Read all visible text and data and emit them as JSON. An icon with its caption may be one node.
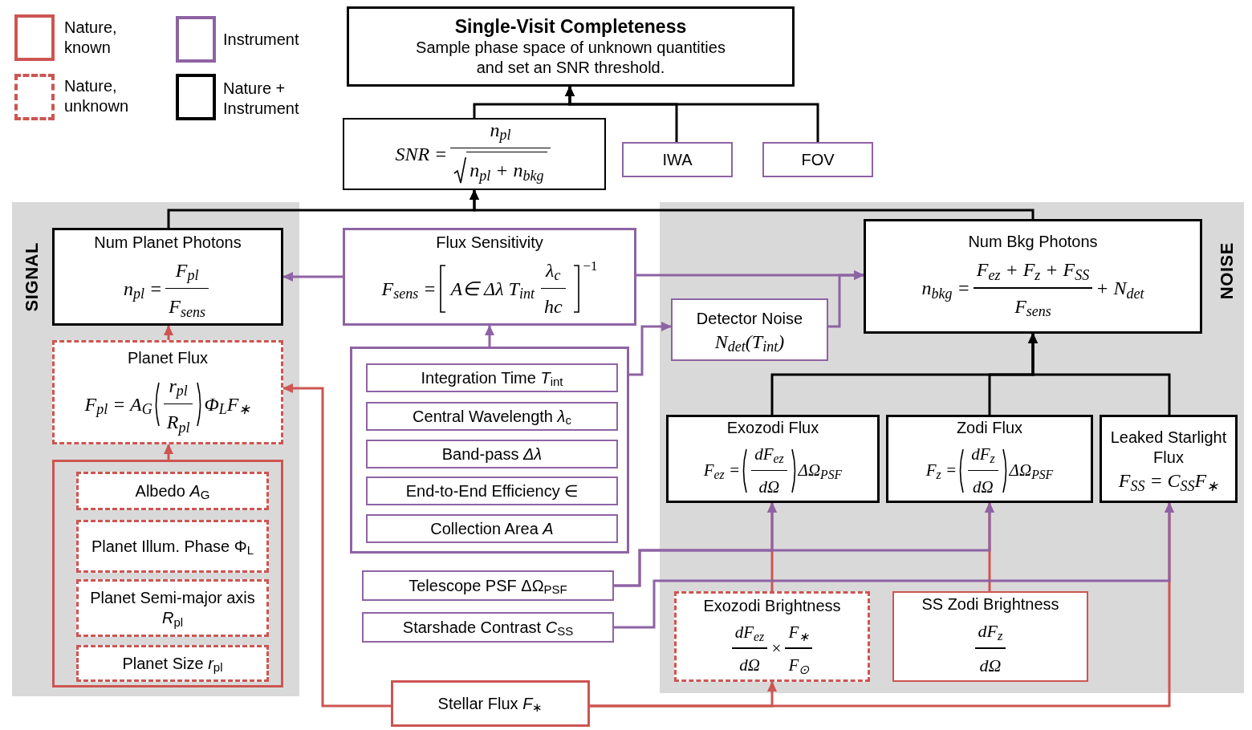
{
  "diagram": {
    "nodes": [
      {
        "text": [
          "Single-Visit Completeness",
          "Sample phase space of unknown quantities and set an SNR threshold."
        ]
      },
      {
        "text": [
          "SNR =",
          "n$_{pl}$",
          "n$_{pl}$ + n$_{bkg}$"
        ]
      },
      {
        "text": [
          "IWA"
        ]
      },
      {
        "text": [
          "FOV"
        ]
      },
      {
        "text": [
          "SIGNAL"
        ]
      },
      {
        "text": [
          "Num Planet Photons",
          "n$_{pl}$ =",
          "F$_{pl}$",
          "F$_{sens}$"
        ],
        "in": 4
      },
      {
        "text": [
          "Planet Flux",
          "F$_{pl}$ = A$_{G}$",
          "r$_{pl}$",
          "R$_{pl}$",
          "Φ$_{L}$F$_{∗}$"
        ],
        "in": 4
      },
      {
        "text": [],
        "shape": "box",
        "in": 4
      },
      {
        "text": [
          "Albedo *A*$_{G}$"
        ],
        "in": 7
      },
      {
        "text": [
          "Planet Illum. Phase Φ$_{L}$"
        ],
        "in": 7
      },
      {
        "text": [
          "Planet Semi-major axis *R*$_{pl}$"
        ],
        "in": 7
      },
      {
        "text": [
          "Planet Size *r*$_{pl}$"
        ],
        "in": 7
      },
      {
        "text": [
          "Flux Sensitivity",
          "F$_{sens}$ =",
          "A∈ Δλ T$_{int}$",
          "λ$_{c}$",
          "hc",
          "−1"
        ]
      },
      {
        "text": [],
        "shape": "box"
      },
      {
        "text": [
          "Integration Time *T*$_{int}$"
        ],
        "in": 13
      },
      {
        "text": [
          "Central Wavelength *λ*$_{c}$"
        ],
        "in": 13
      },
      {
        "text": [
          "Band-pass *Δλ*"
        ],
        "in": 13
      },
      {
        "text": [
          "End-to-End Efficiency ∈"
        ],
        "in": 13
      },
      {
        "text": [
          "Collection Area *A*"
        ],
        "in": 13
      },
      {
        "text": [
          "Telescope PSF ΔΩ$_{PSF}$"
        ]
      },
      {
        "text": [
          "Starshade Contrast *C*$_{SS}$"
        ]
      },
      {
        "text": [
          "NOISE"
        ]
      },
      {
        "text": [
          "Detector Noise",
          "N$_{det}$(T$_{int}$)"
        ],
        "in": 21
      },
      {
        "text": [
          "Num Bkg Photons",
          "n$_{bkg}$ =",
          "F$_{ez}$ + F$_{z}$ + F$_{SS}$",
          "F$_{sens}$",
          "+ N$_{det}$"
        ],
        "in": 21
      },
      {
        "text": [
          "Exozodi Flux",
          "F$_{ez}$ =",
          "dF$_{ez}$",
          "dΩ",
          "ΔΩ$_{PSF}$"
        ],
        "in": 21
      },
      {
        "text": [
          "Zodi Flux",
          "F$_{z}$ =",
          "dF$_{z}$",
          "dΩ",
          "ΔΩ$_{PSF}$"
        ],
        "in": 21
      },
      {
        "text": [
          "Leaked Starlight Flux",
          "F$_{SS}$ = C$_{SS}$F$_{∗}$"
        ],
        "in": 21
      },
      {
        "text": [
          "Exozodi Brightness",
          "dF$_{ez}$",
          "dΩ",
          "×",
          "F$_{∗}$",
          "F$_{⊙}$"
        ],
        "in": 21
      },
      {
        "text": [
          "SS Zodi Brightness",
          "dF$_{z}$",
          "dΩ"
        ],
        "in": 21
      },
      {
        "text": [
          "Stellar Flux *F*$_{∗}$"
        ]
      }
    ],
    "edges": [
      {
        "from": 1,
        "to": 0,
        "arrow": "to"
      },
      {
        "from": 2,
        "to": 0,
        "arrow": "to"
      },
      {
        "from": 3,
        "to": 0,
        "arrow": "to"
      },
      {
        "from": 5,
        "to": 1,
        "arrow": "to"
      },
      {
        "from": 23,
        "to": 1,
        "arrow": "to"
      },
      {
        "from": 12,
        "to": 5,
        "arrow": "to",
        "color": "#8e63a4"
      },
      {
        "from": 12,
        "to": 23,
        "arrow": "to",
        "color": "#8e63a4"
      },
      {
        "from": 13,
        "to": 12,
        "arrow": "to",
        "color": "#8e63a4"
      },
      {
        "from": 14,
        "to": 22,
        "arrow": "to",
        "color": "#8e63a4"
      },
      {
        "from": 22,
        "to": 23,
        "arrow": "to",
        "color": "#8e63a4"
      },
      {
        "from": 6,
        "to": 5,
        "arrow": "to",
        "color": "#cd5552"
      },
      {
        "from": 7,
        "to": 6,
        "arrow": "to",
        "color": "#cd5552"
      },
      {
        "from": 29,
        "to": 6,
        "arrow": "to",
        "color": "#cd5552"
      },
      {
        "from": 29,
        "to": 27,
        "arrow": "to",
        "color": "#cd5552"
      },
      {
        "from": 29,
        "to": 26,
        "arrow": "to",
        "color": "#cd5552"
      },
      {
        "from": 27,
        "to": 24,
        "arrow": "to",
        "color": "#cd5552"
      },
      {
        "from": 28,
        "to": 25,
        "arrow": "to",
        "color": "#cd5552"
      },
      {
        "from": 19,
        "to": 24,
        "arrow": "to",
        "color": "#8e63a4"
      },
      {
        "from": 19,
        "to": 25,
        "arrow": "to",
        "color": "#8e63a4"
      },
      {
        "from": 20,
        "to": 26,
        "arrow": "to",
        "color": "#8e63a4"
      },
      {
        "from": 24,
        "to": 23,
        "arrow": "to"
      },
      {
        "from": 25,
        "to": 23,
        "arrow": "to"
      },
      {
        "from": 26,
        "to": 23,
        "arrow": "to"
      }
    ],
    "legend": [
      {
        "text": "Nature, known"
      },
      {
        "text": "Nature, unknown"
      },
      {
        "text": "Instrument"
      },
      {
        "text": "Nature + Instrument"
      }
    ]
  }
}
